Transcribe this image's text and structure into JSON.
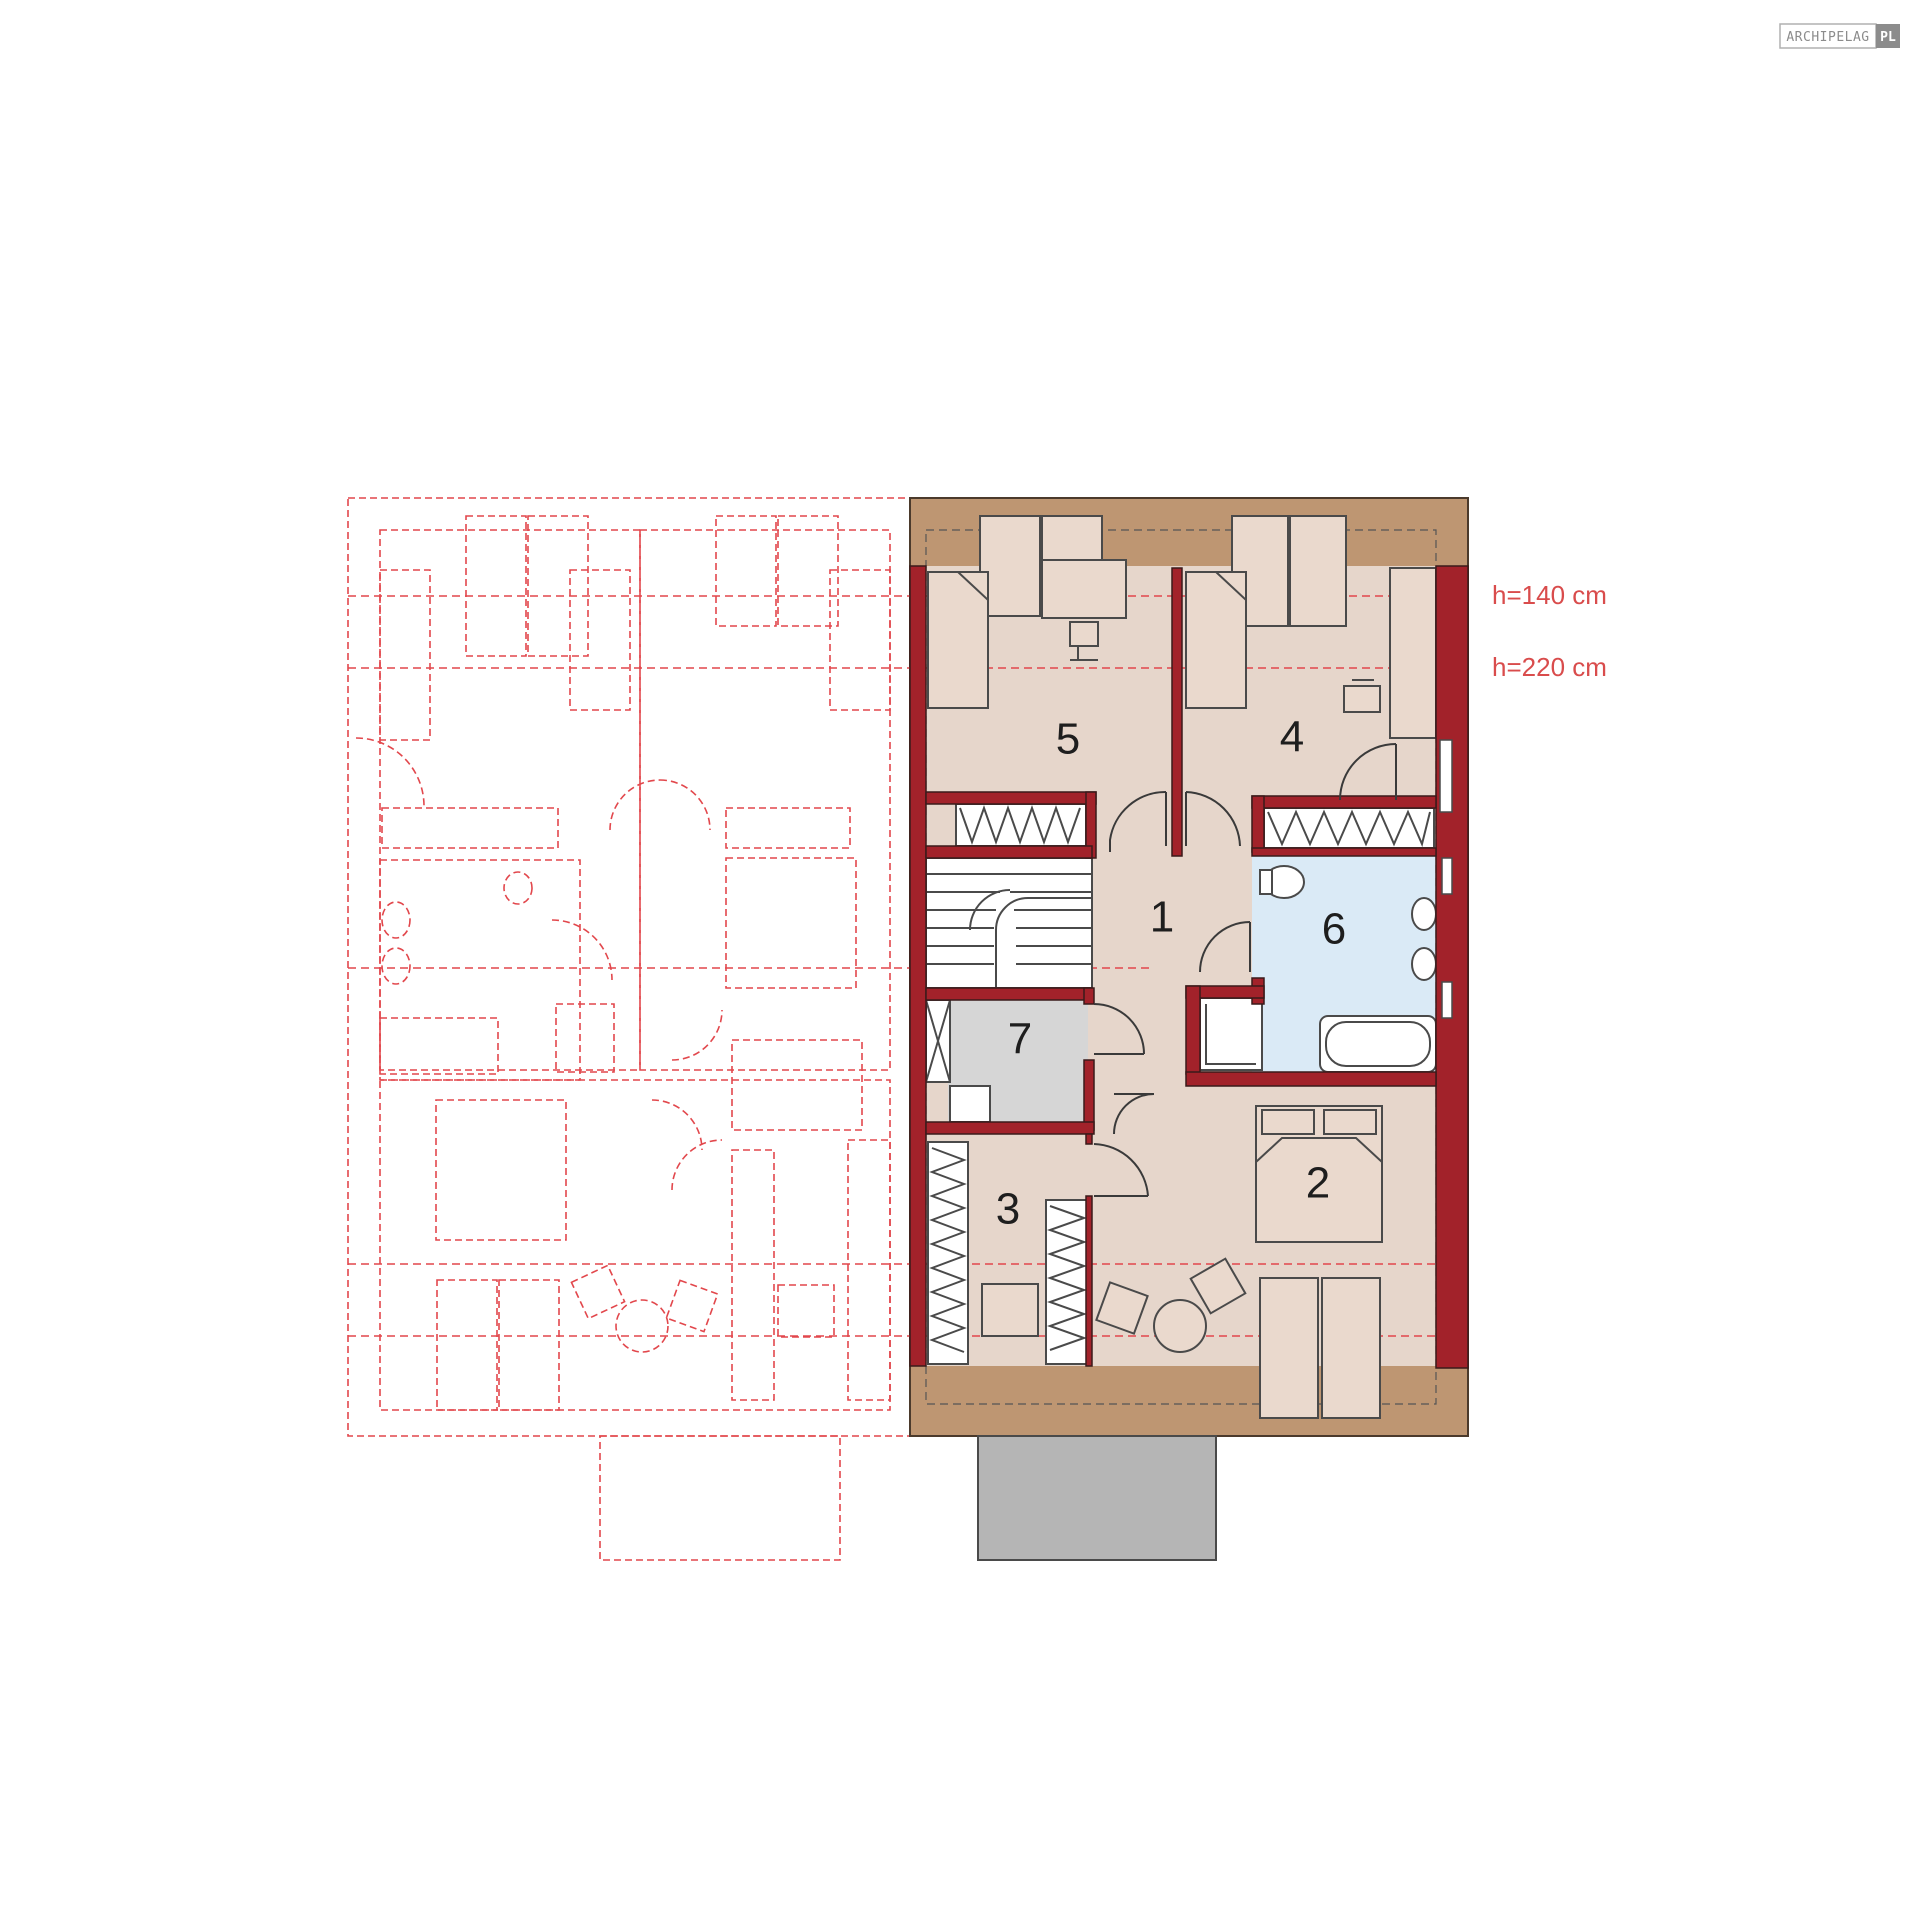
{
  "logo": {
    "brand": "ARCHIPELAG",
    "suffix": "PL"
  },
  "height_lines": [
    {
      "label": "h=140 cm"
    },
    {
      "label": "h=220 cm"
    }
  ],
  "rooms": [
    {
      "number": "1"
    },
    {
      "number": "2"
    },
    {
      "number": "3"
    },
    {
      "number": "4"
    },
    {
      "number": "5"
    },
    {
      "number": "6"
    },
    {
      "number": "7"
    }
  ],
  "colors": {
    "wall": "#a2222a",
    "roof_overhang": "#be9672",
    "room_floor": "#e6d6cb",
    "bathroom": "#daeaf6",
    "utility": "#d6d6d6",
    "terrace": "#b5b5b5",
    "ghost_outline": "#e2474c"
  }
}
